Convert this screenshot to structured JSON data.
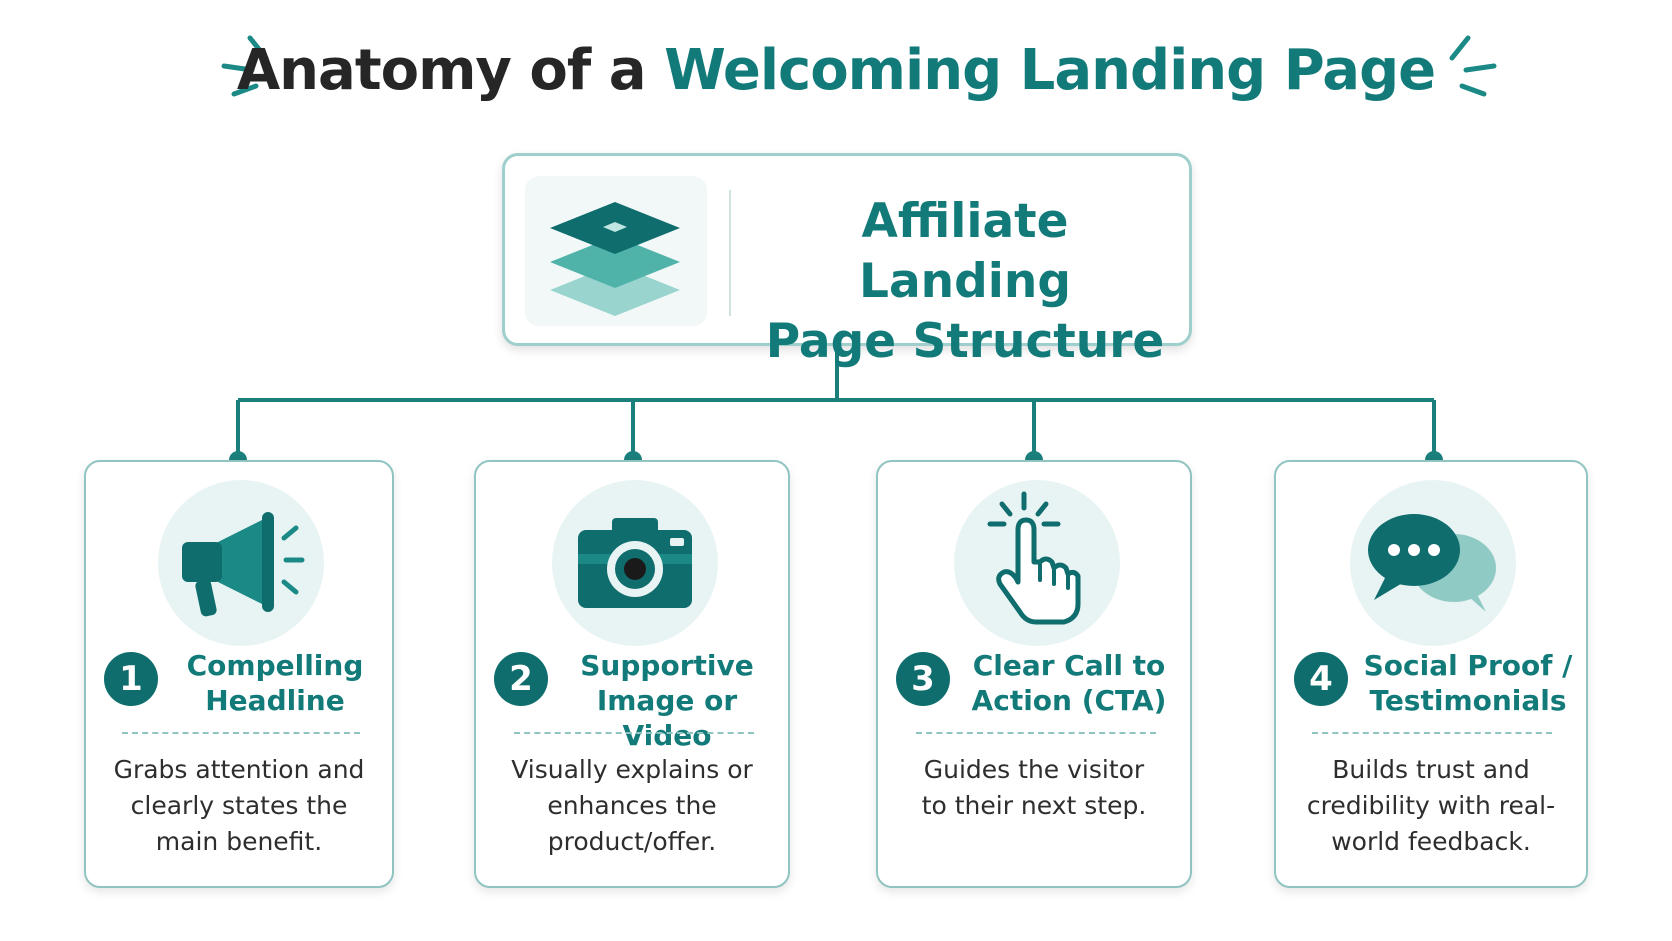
{
  "title": {
    "part1": "Anatomy of a",
    "part2": "Welcoming Landing Page"
  },
  "root": {
    "line1": "Affiliate Landing",
    "line2": "Page Structure",
    "icon": "layers-icon"
  },
  "cards": [
    {
      "number": "1",
      "heading_line1": "Compelling",
      "heading_line2": "Headline",
      "desc_line1": "Grabs attention and",
      "desc_line2": "clearly states the",
      "desc_line3": "main benefit.",
      "icon": "megaphone-icon"
    },
    {
      "number": "2",
      "heading_line1": "Supportive",
      "heading_line2": "Image or Video",
      "desc_line1": "Visually explains or",
      "desc_line2": "enhances the",
      "desc_line3": "product/offer.",
      "icon": "camera-icon"
    },
    {
      "number": "3",
      "heading_line1": "Clear Call to",
      "heading_line2": "Action (CTA)",
      "desc_line1": "Guides the visitor",
      "desc_line2": "to their next step.",
      "desc_line3": "",
      "icon": "pointer-hand-icon"
    },
    {
      "number": "4",
      "heading_line1": "Social Proof /",
      "heading_line2": "Testimonials",
      "desc_line1": "Builds trust and",
      "desc_line2": "credibility with real-",
      "desc_line3": "world feedback.",
      "icon": "chat-bubbles-icon"
    }
  ],
  "colors": {
    "teal": "#137a7a",
    "dark_teal": "#0f6d6d",
    "light_teal": "#8fc4c1",
    "circle_bg": "#e8f4f3"
  }
}
